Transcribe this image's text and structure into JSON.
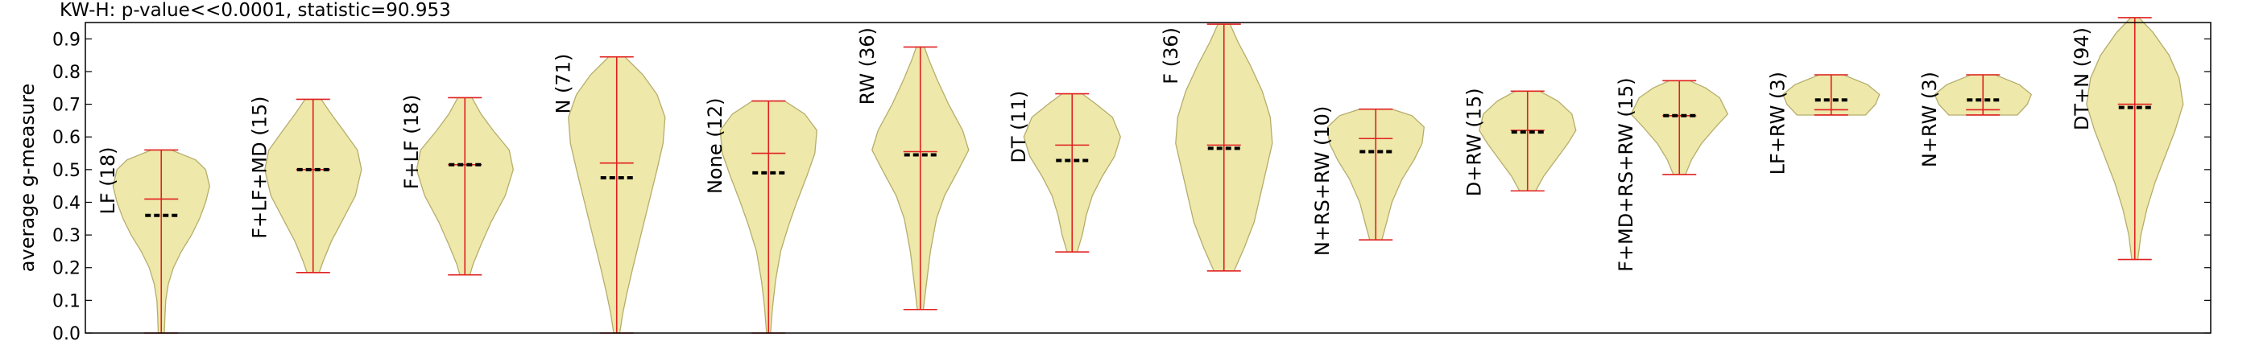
{
  "chart_title": "KW-H: p-value<<0.0001, statistic=90.953",
  "chart_data": {
    "type": "violin",
    "title": "KW-H: p-value<<0.0001, statistic=90.953",
    "xlabel": "",
    "ylabel": "average g-measure",
    "ylim": [
      0.0,
      0.95
    ],
    "yticks": [
      "0.0",
      "0.1",
      "0.2",
      "0.3",
      "0.4",
      "0.5",
      "0.6",
      "0.7",
      "0.8",
      "0.9"
    ],
    "grid": false,
    "colors": {
      "fill": "#eee8aa",
      "edge": "#b5ad6b",
      "whisker": "#e02020",
      "median": "#000000"
    },
    "groups": [
      {
        "label": "LF (18)",
        "min": 0.0,
        "max": 0.56,
        "mean": 0.41,
        "median": 0.36,
        "shape": [
          [
            0.0,
            0.015
          ],
          [
            0.05,
            0.018
          ],
          [
            0.1,
            0.022
          ],
          [
            0.15,
            0.035
          ],
          [
            0.2,
            0.06
          ],
          [
            0.25,
            0.1
          ],
          [
            0.3,
            0.15
          ],
          [
            0.35,
            0.19
          ],
          [
            0.4,
            0.22
          ],
          [
            0.45,
            0.24
          ],
          [
            0.5,
            0.22
          ],
          [
            0.53,
            0.17
          ],
          [
            0.56,
            0.05
          ]
        ]
      },
      {
        "label": "F+LF+MD (15)",
        "min": 0.185,
        "max": 0.715,
        "mean": 0.5,
        "median": 0.5,
        "shape": [
          [
            0.185,
            0.03
          ],
          [
            0.22,
            0.05
          ],
          [
            0.28,
            0.09
          ],
          [
            0.35,
            0.15
          ],
          [
            0.42,
            0.21
          ],
          [
            0.5,
            0.24
          ],
          [
            0.56,
            0.22
          ],
          [
            0.62,
            0.15
          ],
          [
            0.67,
            0.09
          ],
          [
            0.715,
            0.04
          ]
        ]
      },
      {
        "label": "F+LF (18)",
        "min": 0.178,
        "max": 0.72,
        "mean": 0.515,
        "median": 0.515,
        "shape": [
          [
            0.178,
            0.025
          ],
          [
            0.21,
            0.04
          ],
          [
            0.27,
            0.08
          ],
          [
            0.34,
            0.13
          ],
          [
            0.42,
            0.2
          ],
          [
            0.5,
            0.24
          ],
          [
            0.56,
            0.22
          ],
          [
            0.62,
            0.14
          ],
          [
            0.67,
            0.08
          ],
          [
            0.72,
            0.035
          ]
        ]
      },
      {
        "label": "N (71)",
        "min": 0.0,
        "max": 0.845,
        "mean": 0.52,
        "median": 0.475,
        "shape": [
          [
            0.0,
            0.015
          ],
          [
            0.06,
            0.03
          ],
          [
            0.12,
            0.05
          ],
          [
            0.2,
            0.08
          ],
          [
            0.3,
            0.12
          ],
          [
            0.4,
            0.16
          ],
          [
            0.5,
            0.2
          ],
          [
            0.58,
            0.23
          ],
          [
            0.66,
            0.24
          ],
          [
            0.73,
            0.2
          ],
          [
            0.79,
            0.13
          ],
          [
            0.845,
            0.04
          ]
        ]
      },
      {
        "label": "None (12)",
        "min": 0.0,
        "max": 0.71,
        "mean": 0.55,
        "median": 0.49,
        "shape": [
          [
            0.0,
            0.01
          ],
          [
            0.08,
            0.02
          ],
          [
            0.16,
            0.035
          ],
          [
            0.25,
            0.06
          ],
          [
            0.33,
            0.1
          ],
          [
            0.4,
            0.14
          ],
          [
            0.48,
            0.19
          ],
          [
            0.55,
            0.23
          ],
          [
            0.62,
            0.24
          ],
          [
            0.67,
            0.18
          ],
          [
            0.71,
            0.08
          ]
        ]
      },
      {
        "label": "RW (36)",
        "min": 0.072,
        "max": 0.875,
        "mean": 0.555,
        "median": 0.545,
        "shape": [
          [
            0.072,
            0.015
          ],
          [
            0.15,
            0.03
          ],
          [
            0.25,
            0.05
          ],
          [
            0.35,
            0.08
          ],
          [
            0.42,
            0.12
          ],
          [
            0.5,
            0.19
          ],
          [
            0.56,
            0.24
          ],
          [
            0.62,
            0.21
          ],
          [
            0.7,
            0.14
          ],
          [
            0.78,
            0.08
          ],
          [
            0.84,
            0.04
          ],
          [
            0.875,
            0.02
          ]
        ]
      },
      {
        "label": "DT (11)",
        "min": 0.248,
        "max": 0.732,
        "mean": 0.575,
        "median": 0.528,
        "shape": [
          [
            0.248,
            0.025
          ],
          [
            0.3,
            0.05
          ],
          [
            0.36,
            0.07
          ],
          [
            0.42,
            0.1
          ],
          [
            0.48,
            0.15
          ],
          [
            0.54,
            0.21
          ],
          [
            0.6,
            0.24
          ],
          [
            0.66,
            0.2
          ],
          [
            0.7,
            0.12
          ],
          [
            0.732,
            0.05
          ]
        ]
      },
      {
        "label": "F (36)",
        "min": 0.19,
        "max": 0.945,
        "mean": 0.575,
        "median": 0.565,
        "shape": [
          [
            0.19,
            0.05
          ],
          [
            0.26,
            0.1
          ],
          [
            0.34,
            0.15
          ],
          [
            0.42,
            0.18
          ],
          [
            0.5,
            0.21
          ],
          [
            0.58,
            0.24
          ],
          [
            0.66,
            0.23
          ],
          [
            0.74,
            0.19
          ],
          [
            0.82,
            0.13
          ],
          [
            0.89,
            0.07
          ],
          [
            0.945,
            0.03
          ]
        ]
      },
      {
        "label": "N+RS+RW (10)",
        "min": 0.285,
        "max": 0.685,
        "mean": 0.595,
        "median": 0.555,
        "shape": [
          [
            0.285,
            0.03
          ],
          [
            0.33,
            0.05
          ],
          [
            0.4,
            0.08
          ],
          [
            0.47,
            0.13
          ],
          [
            0.53,
            0.19
          ],
          [
            0.58,
            0.23
          ],
          [
            0.63,
            0.24
          ],
          [
            0.665,
            0.18
          ],
          [
            0.685,
            0.08
          ]
        ]
      },
      {
        "label": "D+RW (15)",
        "min": 0.435,
        "max": 0.74,
        "mean": 0.62,
        "median": 0.615,
        "shape": [
          [
            0.435,
            0.04
          ],
          [
            0.48,
            0.08
          ],
          [
            0.53,
            0.14
          ],
          [
            0.58,
            0.2
          ],
          [
            0.62,
            0.24
          ],
          [
            0.67,
            0.22
          ],
          [
            0.71,
            0.15
          ],
          [
            0.74,
            0.06
          ]
        ]
      },
      {
        "label": "F+MD+RS+RW (15)",
        "min": 0.485,
        "max": 0.772,
        "mean": 0.665,
        "median": 0.665,
        "shape": [
          [
            0.485,
            0.03
          ],
          [
            0.53,
            0.06
          ],
          [
            0.58,
            0.11
          ],
          [
            0.63,
            0.18
          ],
          [
            0.67,
            0.24
          ],
          [
            0.72,
            0.2
          ],
          [
            0.75,
            0.13
          ],
          [
            0.772,
            0.05
          ]
        ]
      },
      {
        "label": "LF+RW (3)",
        "min": 0.667,
        "max": 0.79,
        "mean": 0.683,
        "median": 0.713,
        "shape": [
          [
            0.667,
            0.17
          ],
          [
            0.7,
            0.22
          ],
          [
            0.73,
            0.24
          ],
          [
            0.76,
            0.18
          ],
          [
            0.79,
            0.06
          ]
        ]
      },
      {
        "label": "N+RW (3)",
        "min": 0.667,
        "max": 0.79,
        "mean": 0.683,
        "median": 0.713,
        "shape": [
          [
            0.667,
            0.17
          ],
          [
            0.7,
            0.22
          ],
          [
            0.73,
            0.24
          ],
          [
            0.76,
            0.18
          ],
          [
            0.79,
            0.06
          ]
        ]
      },
      {
        "label": "DT+N (94)",
        "min": 0.225,
        "max": 0.965,
        "mean": 0.7,
        "median": 0.69,
        "shape": [
          [
            0.225,
            0.015
          ],
          [
            0.3,
            0.03
          ],
          [
            0.38,
            0.06
          ],
          [
            0.46,
            0.1
          ],
          [
            0.54,
            0.15
          ],
          [
            0.62,
            0.2
          ],
          [
            0.7,
            0.24
          ],
          [
            0.78,
            0.22
          ],
          [
            0.85,
            0.17
          ],
          [
            0.92,
            0.09
          ],
          [
            0.965,
            0.02
          ]
        ]
      }
    ]
  }
}
